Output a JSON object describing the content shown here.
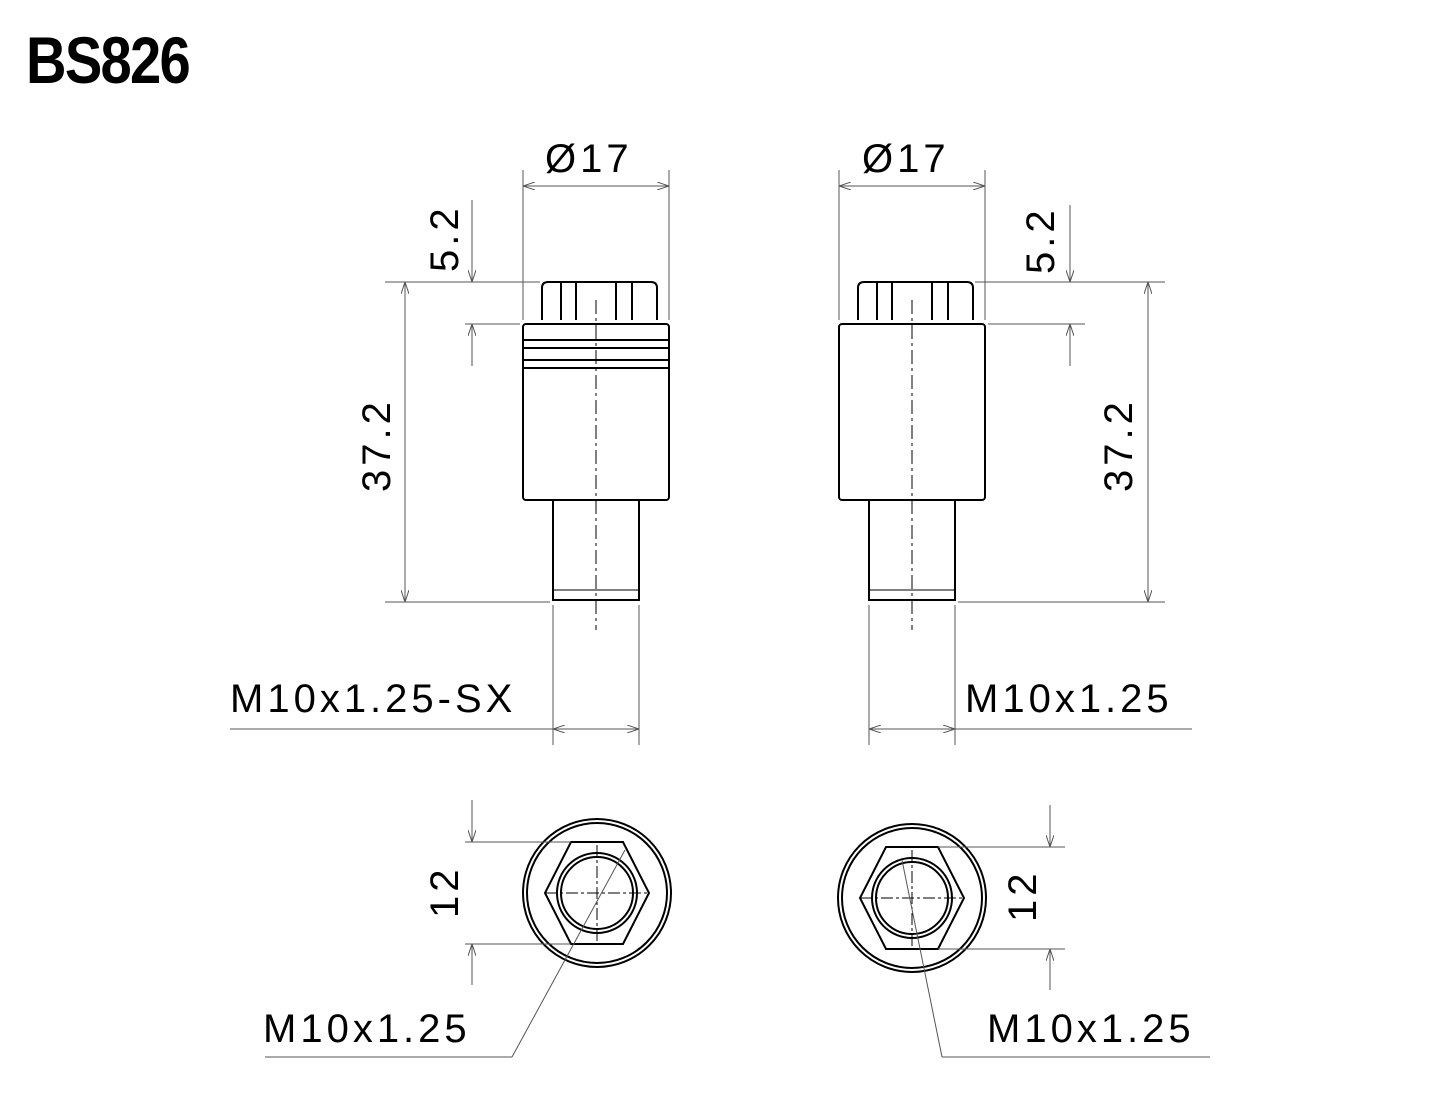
{
  "title": "BS826",
  "left_part": {
    "diameter": "Ø17",
    "head_height": "5.2",
    "total_length": "37.2",
    "side_thread": "M10x1.25-SX",
    "hex_size": "12",
    "bottom_thread": "M10x1.25"
  },
  "right_part": {
    "diameter": "Ø17",
    "head_height": "5.2",
    "total_length": "37.2",
    "side_thread": "M10x1.25",
    "hex_size": "12",
    "bottom_thread": "M10x1.25"
  }
}
